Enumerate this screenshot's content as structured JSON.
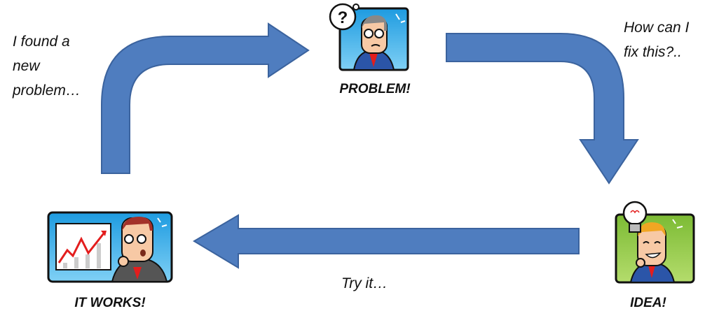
{
  "colors": {
    "arrow_fill": "#4f7dbf",
    "arrow_stroke": "#3b639e",
    "panel_blue": "#2fa8e6",
    "panel_green": "#8cc63f"
  },
  "nodes": [
    {
      "id": "problem",
      "label": "PROBLEM!",
      "icon": "confused-man-question-icon"
    },
    {
      "id": "idea",
      "label": "IDEA!",
      "icon": "man-lightbulb-icon"
    },
    {
      "id": "it-works",
      "label": "IT WORKS!",
      "icon": "man-rising-chart-icon"
    }
  ],
  "captions": {
    "found_problem": [
      "I found a",
      "new",
      "problem…"
    ],
    "how_fix": [
      "How can I",
      "fix this?.."
    ],
    "try_it": "Try it…"
  },
  "icon_text": {
    "question_mark": "?"
  }
}
